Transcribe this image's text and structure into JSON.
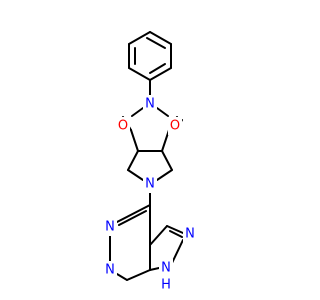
{
  "molecule": {
    "colors": {
      "bond": "#000000",
      "oxygen": "#ff0000",
      "nitrogen": "#0000ff",
      "background": "#ffffff"
    },
    "atoms": [
      {
        "id": "o1",
        "label": "O",
        "element": "oxygen"
      },
      {
        "id": "o2",
        "label": "O",
        "element": "oxygen"
      },
      {
        "id": "n_imide",
        "label": "N",
        "element": "nitrogen"
      },
      {
        "id": "n_pyrrolidine",
        "label": "N",
        "element": "nitrogen"
      },
      {
        "id": "n_pyr1",
        "label": "N",
        "element": "nitrogen"
      },
      {
        "id": "n_pyr2",
        "label": "N",
        "element": "nitrogen"
      },
      {
        "id": "n_pz1",
        "label": "N",
        "element": "nitrogen"
      },
      {
        "id": "nh_pz",
        "label": "N",
        "element": "nitrogen"
      },
      {
        "id": "h_pz",
        "label": "H",
        "element": "nitrogen"
      }
    ]
  }
}
